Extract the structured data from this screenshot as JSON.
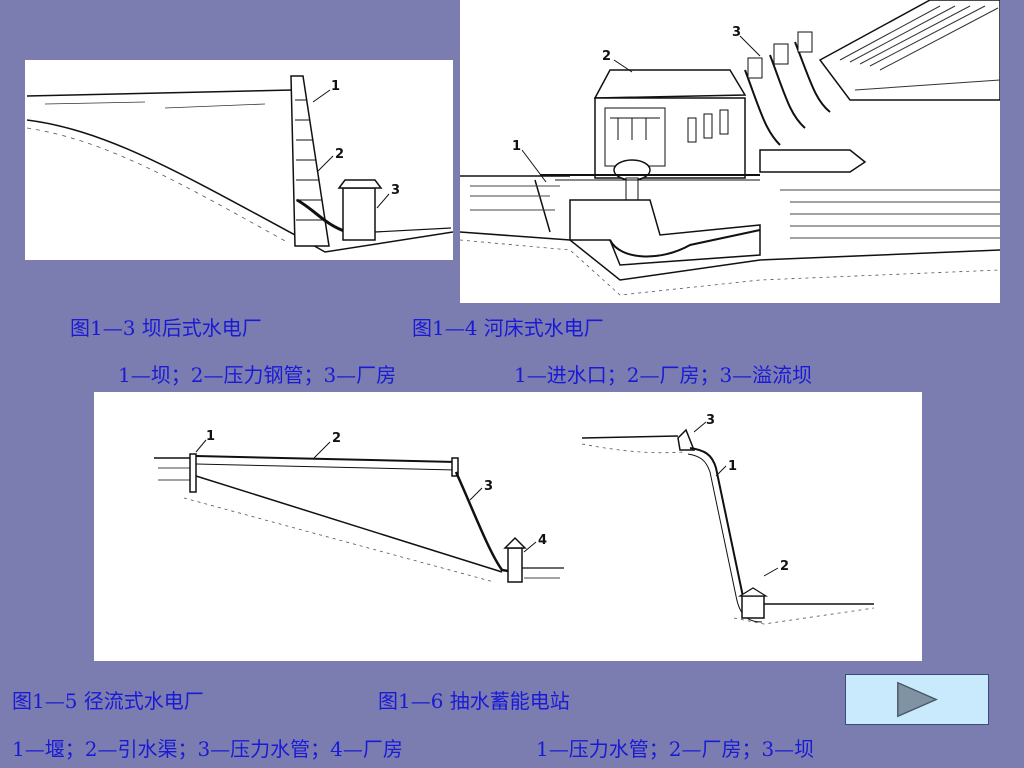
{
  "figures": [
    {
      "caption": "图1—3  坝后式水电厂",
      "legend": "1—坝；2—压力钢管；3—厂房",
      "callouts": [
        "1",
        "2",
        "3"
      ]
    },
    {
      "caption": "图1—4  河床式水电厂",
      "legend": "1—进水口；2—厂房；3—溢流坝",
      "callouts": [
        "1",
        "2",
        "3"
      ]
    },
    {
      "caption": "图1—5  径流式水电厂",
      "legend": "1—堰；2—引水渠；3—压力水管；4—厂房",
      "callouts": [
        "1",
        "2",
        "3",
        "4"
      ]
    },
    {
      "caption": "图1—6  抽水蓄能电站",
      "legend": "1—压力水管；2—厂房；3—坝",
      "callouts": [
        "1",
        "2",
        "3"
      ]
    }
  ],
  "nav": {
    "next_icon": "play-triangle-icon"
  },
  "colors": {
    "background": "#7b7db1",
    "caption_text": "#1a1ad6",
    "button_fill": "#c9eafc",
    "arrow_fill": "#7f93a3"
  }
}
